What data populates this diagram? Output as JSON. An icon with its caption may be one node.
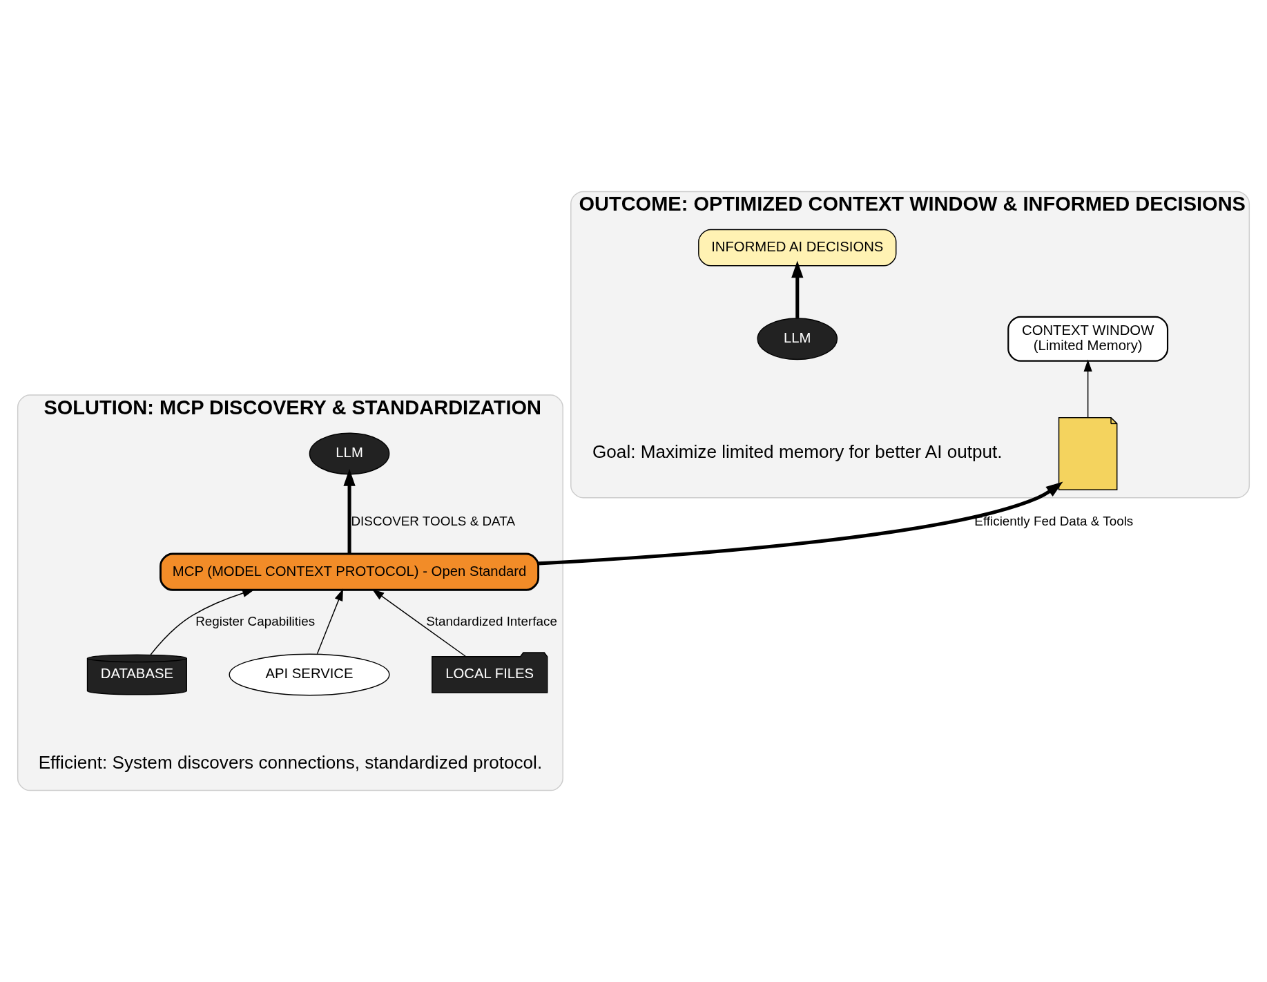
{
  "diagram": {
    "nodes": [
      {
        "text": [
          "SOLUTION: MCP DISCOVERY & STANDARDIZATION",
          "Efficient: System discovers connections, standardized protocol."
        ]
      },
      {
        "text": [
          "LLM"
        ],
        "in": 0
      },
      {
        "text": [
          "MCP (MODEL CONTEXT PROTOCOL) - Open Standard"
        ],
        "in": 0
      },
      {
        "text": [
          "DATABASE"
        ],
        "in": 0
      },
      {
        "text": [
          "API SERVICE"
        ],
        "in": 0
      },
      {
        "text": [
          "LOCAL FILES"
        ],
        "in": 0
      },
      {
        "text": [
          "OUTCOME: OPTIMIZED CONTEXT WINDOW & INFORMED DECISIONS",
          "Goal: Maximize limited memory for better AI output."
        ]
      },
      {
        "text": [],
        "shape": "document",
        "in": 6
      },
      {
        "text": [
          "CONTEXT WINDOW",
          "(Limited Memory)"
        ],
        "in": 6
      },
      {
        "text": [
          "LLM"
        ],
        "in": 6
      },
      {
        "text": [
          "INFORMED AI DECISIONS"
        ],
        "in": 6
      }
    ],
    "edges": [
      {
        "from": 2,
        "to": 1,
        "arrow": "to",
        "label": "DISCOVER TOOLS & DATA",
        "style": "thick"
      },
      {
        "from": 3,
        "to": 2,
        "arrow": "to",
        "label": "Register Capabilities"
      },
      {
        "from": 4,
        "to": 2,
        "arrow": "to"
      },
      {
        "from": 5,
        "to": 2,
        "arrow": "to",
        "label": "Standardized Interface"
      },
      {
        "from": 2,
        "to": 7,
        "arrow": "to",
        "label": "Efficiently Fed Data & Tools",
        "style": "thick"
      },
      {
        "from": 7,
        "to": 8,
        "arrow": "to"
      },
      {
        "from": 9,
        "to": 10,
        "arrow": "to",
        "style": "thick"
      }
    ]
  }
}
